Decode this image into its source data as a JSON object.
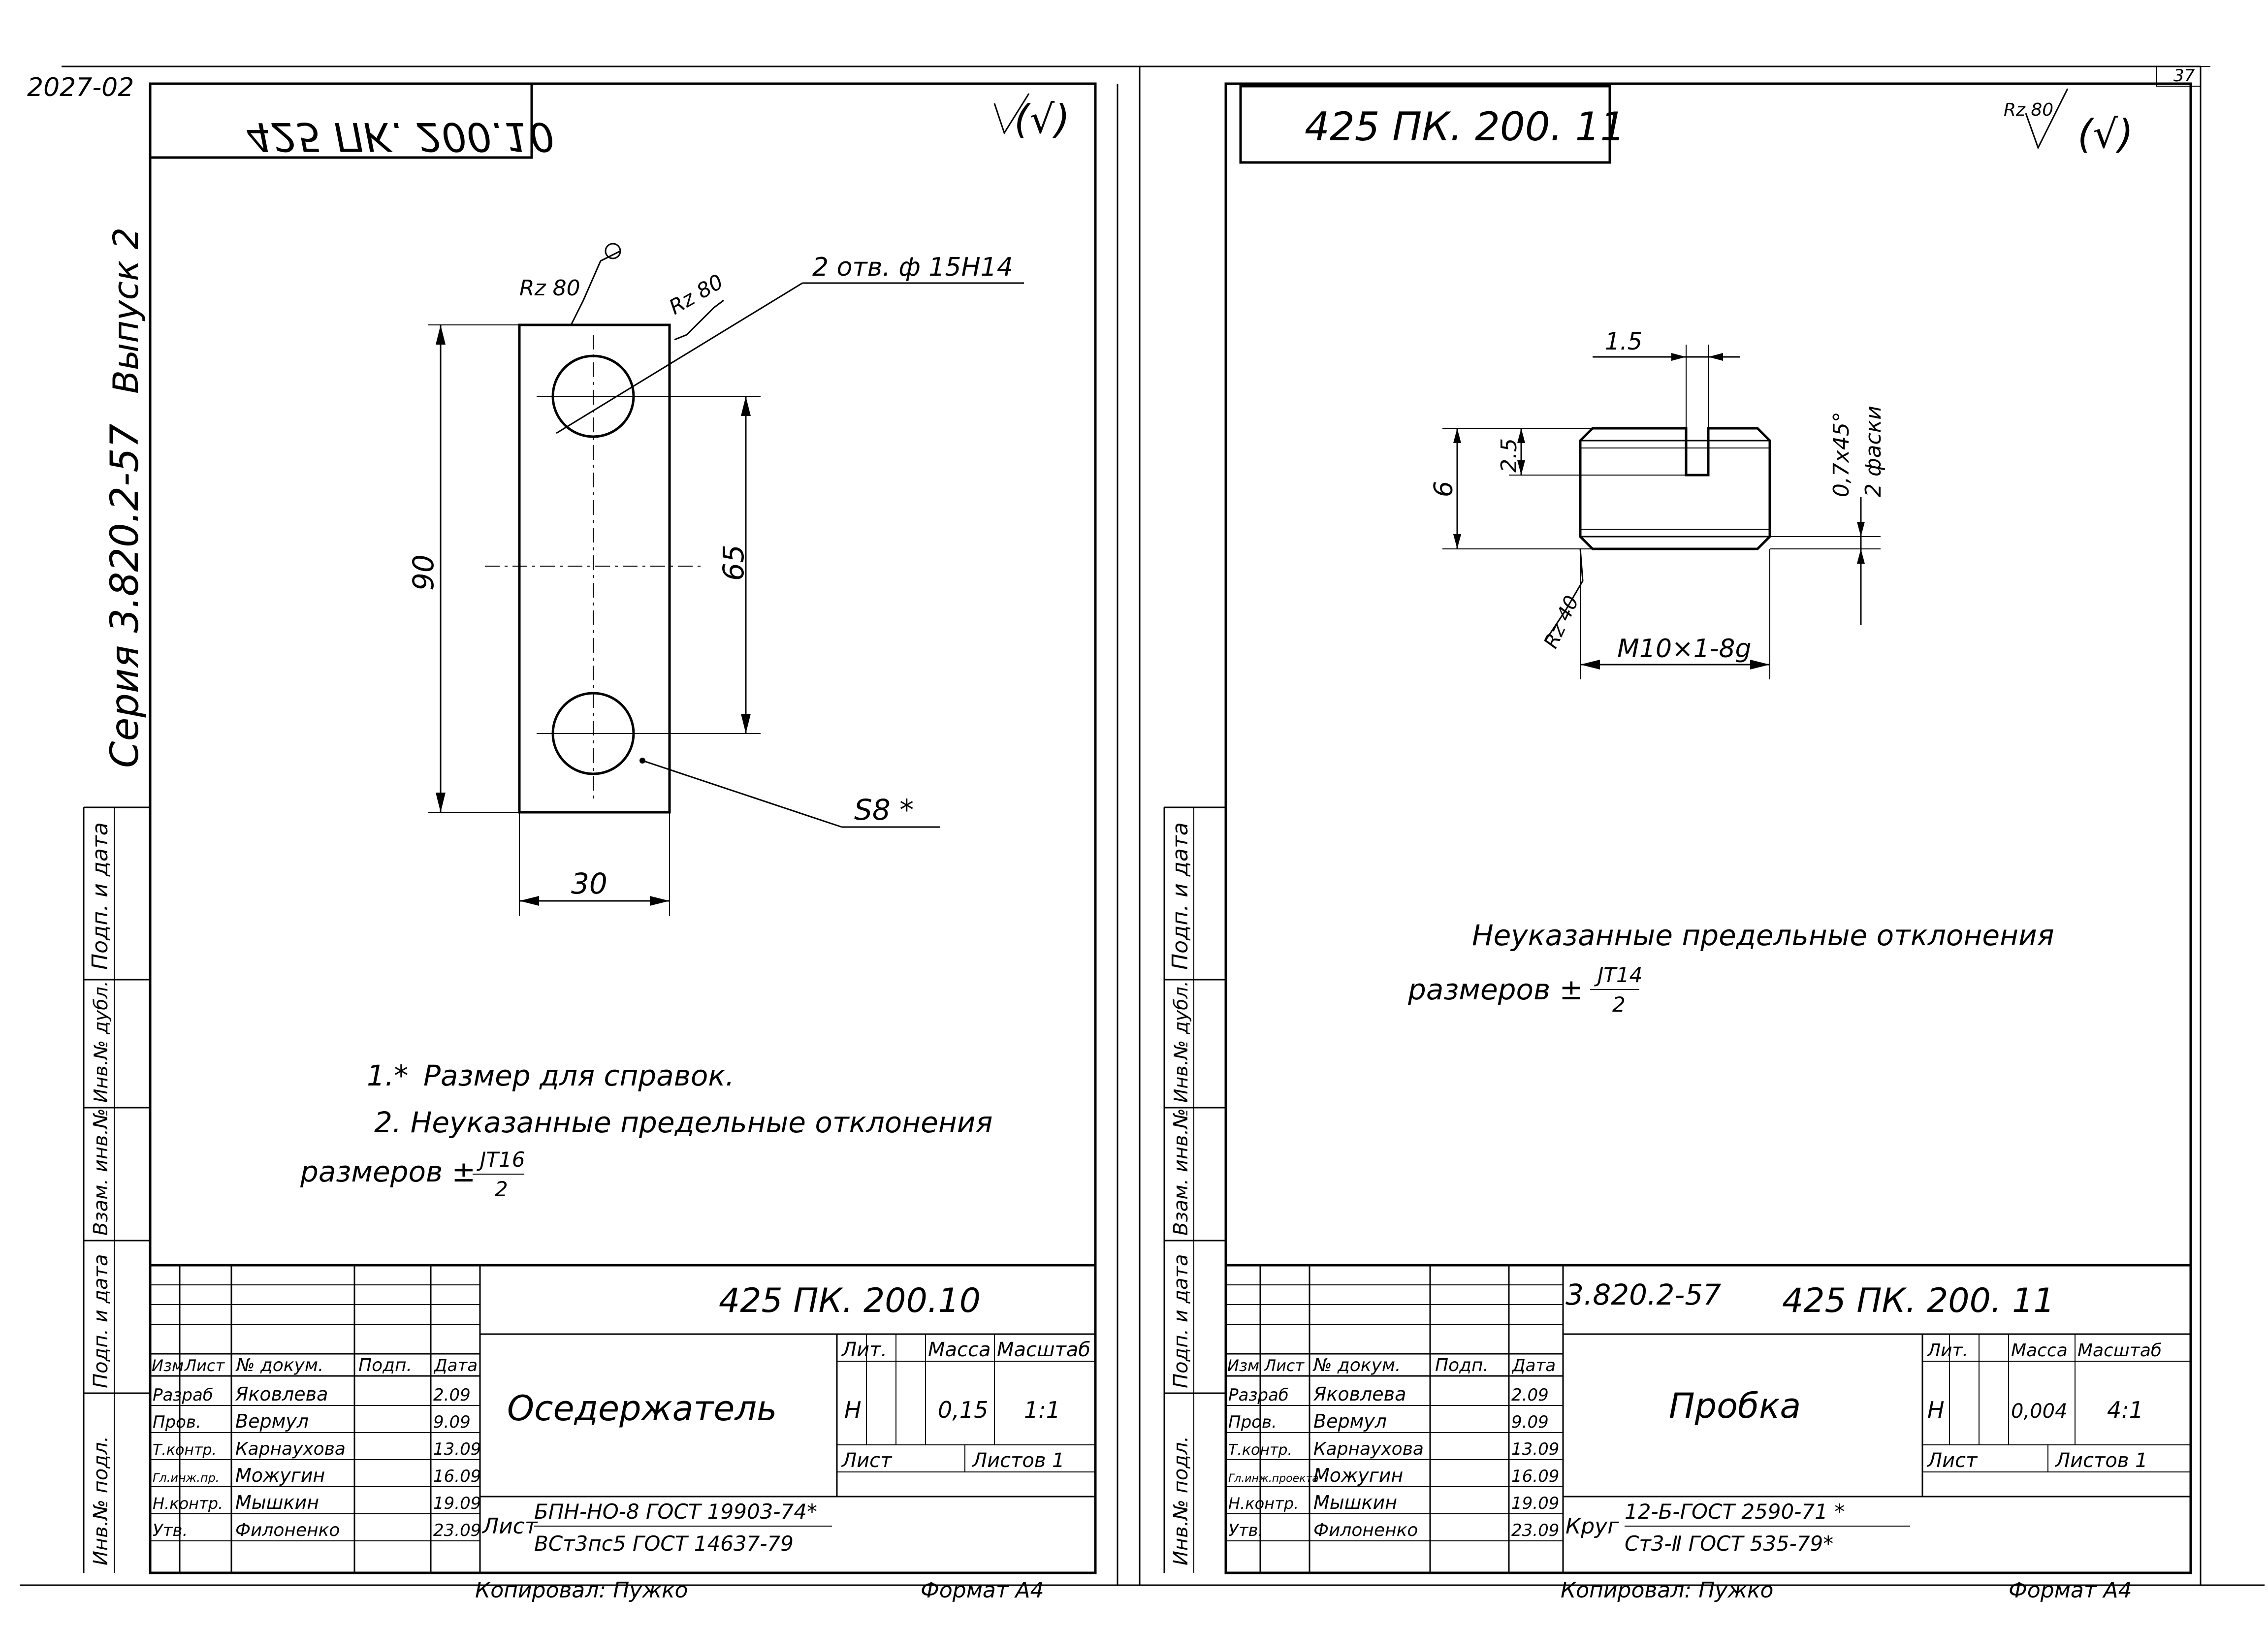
{
  "sheet": {
    "sheet_code": "2027-02",
    "page_number": "37",
    "series_text": "Серия 3.820.2-57",
    "issue_text": "Выпуск 2",
    "side_labels": [
      "Подп. и дата",
      "Инв.№ дубл.",
      "Взам. инв.№",
      "Подп. и дата",
      "Инв.№ подл."
    ]
  },
  "left": {
    "stamp_code": "425 ПК. 200.10",
    "roughness_mark": "(√)",
    "drawing": {
      "hole_note": "2 отв. ф 15H14",
      "rz_1": "Rz 80",
      "rz_2": "Rz 80",
      "dim_height": "90",
      "dim_hole_spacing": "65",
      "dim_width": "30",
      "thickness": "S8 *"
    },
    "notes": {
      "note1_num": "1.*",
      "note1": "Размер для справок.",
      "note2": "2.  Неуказанные  предельные  отклонения",
      "note2_prefix": "размеров  ±",
      "note2_num": "JT16",
      "note2_den": "2"
    },
    "title_block": {
      "designation": "425 ПК. 200.10",
      "name": "Оседержатель",
      "headers": [
        "Изм",
        "Лист",
        "№ докум.",
        "Подп.",
        "Дата"
      ],
      "rows": [
        {
          "role": "Разраб",
          "name": "Яковлева",
          "date": "2.09"
        },
        {
          "role": "Пров.",
          "name": "Вермул",
          "date": "9.09"
        },
        {
          "role": "Т.контр.",
          "name": "Карнаухова",
          "date": "13.09"
        },
        {
          "role": "Гл.инж.пр.",
          "name": "Можугин",
          "date": "16.09"
        },
        {
          "role": "Н.контр.",
          "name": "Мышкин",
          "date": "19.09"
        },
        {
          "role": "Утв.",
          "name": "Филоненко",
          "date": "23.09"
        }
      ],
      "lit_label": "Лит.",
      "mass_label": "Масса",
      "scale_label": "Масштаб",
      "lit_value": "Н",
      "mass_value": "0,15",
      "scale_value": "1:1",
      "sheet_label": "Лист",
      "sheets_label": "Листов 1",
      "material_prefix": "Лист",
      "material_line1": "БПН-НО-8 ГОСТ 19903-74*",
      "material_line2": "ВСт3пс5 ГОСТ 14637-79",
      "copied": "Копировал: Пужко",
      "format": "Формат А4"
    }
  },
  "right": {
    "stamp_code": "425 ПК. 200. 11",
    "roughness_mark": "(√)",
    "roughness_rz": "Rz 80",
    "drawing": {
      "dim_slot": "1.5",
      "dim_slot_depth": "2.5",
      "dim_dia": "6",
      "chamfer_1": "0,7x45°",
      "chamfer_2": "2 фаски",
      "rz": "Rz 40",
      "thread": "М10×1-8g"
    },
    "notes": {
      "note_line1": "Неуказанные   предельные  отклонения",
      "note_prefix": "размеров  ±",
      "note_num": "JT14",
      "note_den": "2"
    },
    "title_block": {
      "series_code": "3.820.2-57",
      "designation": "425 ПК. 200. 11",
      "name": "Пробка",
      "headers": [
        "Изм",
        "Лист",
        "№ докум.",
        "Подп.",
        "Дата"
      ],
      "rows": [
        {
          "role": "Разраб",
          "name": "Яковлева",
          "date": "2.09"
        },
        {
          "role": "Пров.",
          "name": "Вермул",
          "date": "9.09"
        },
        {
          "role": "Т.контр.",
          "name": "Карнаухова",
          "date": "13.09"
        },
        {
          "role": "Гл.инж.проекта",
          "name": "Можугин",
          "date": "16.09"
        },
        {
          "role": "Н.контр.",
          "name": "Мышкин",
          "date": "19.09"
        },
        {
          "role": "Утв.",
          "name": "Филоненко",
          "date": "23.09"
        }
      ],
      "lit_label": "Лит.",
      "mass_label": "Масса",
      "scale_label": "Масштаб",
      "lit_value": "Н",
      "mass_value": "0,004",
      "scale_value": "4:1",
      "sheet_label": "Лист",
      "sheets_label": "Листов 1",
      "material_prefix": "Круг",
      "material_line1": "12-Б-ГОСТ 2590-71 *",
      "material_line2": "Ст3-Ⅱ ГОСТ 535-79*",
      "copied": "Копировал: Пужко",
      "format": "Формат А4"
    }
  }
}
